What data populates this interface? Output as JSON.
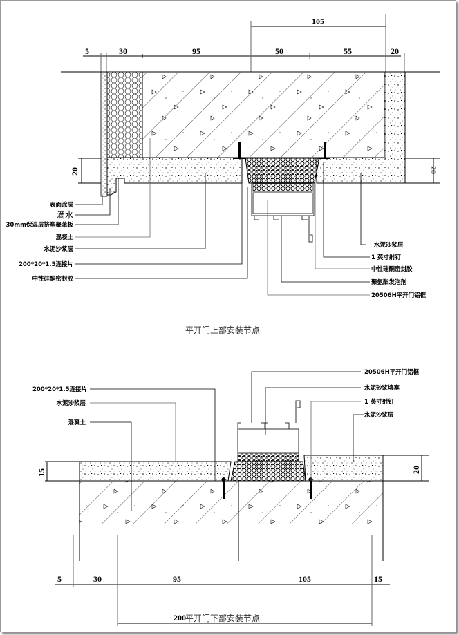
{
  "top_detail": {
    "caption": "平开门上部安装节点",
    "dimensions": {
      "d5": "5",
      "d30": "30",
      "d95": "95",
      "d50": "50",
      "d55": "55",
      "d20": "20",
      "d105": "105",
      "left_height": "20",
      "right_height": "20"
    },
    "left_labels": [
      "表面涂层",
      "滴水",
      "30mm保温层挤塑聚苯板",
      "混凝土",
      "水泥沙浆层",
      "200*20*1.5连接片",
      "中性硅酮密封胶"
    ],
    "right_labels": [
      "水泥沙浆层",
      "1 英寸射钉",
      "中性硅酮密封胶",
      "聚氨酯发泡剂",
      "20506H平开门铝框"
    ]
  },
  "bottom_detail": {
    "caption": "平开门下部安装节点",
    "dimensions": {
      "d5": "5",
      "d30": "30",
      "d95": "95",
      "d105": "105",
      "d15": "15",
      "d200": "200",
      "left_height": "15",
      "right_height": "20"
    },
    "left_labels": [
      "200*20*1.5连接片",
      "水泥沙浆层",
      "混凝土"
    ],
    "right_labels": [
      "20506H平开门铝框",
      "水泥砂浆填塞",
      "1 英寸射钉",
      "水泥沙浆层"
    ]
  },
  "colors": {
    "line": "#000000",
    "leader": "#555555",
    "caption": "#333333",
    "border": "#9a9a9a"
  }
}
